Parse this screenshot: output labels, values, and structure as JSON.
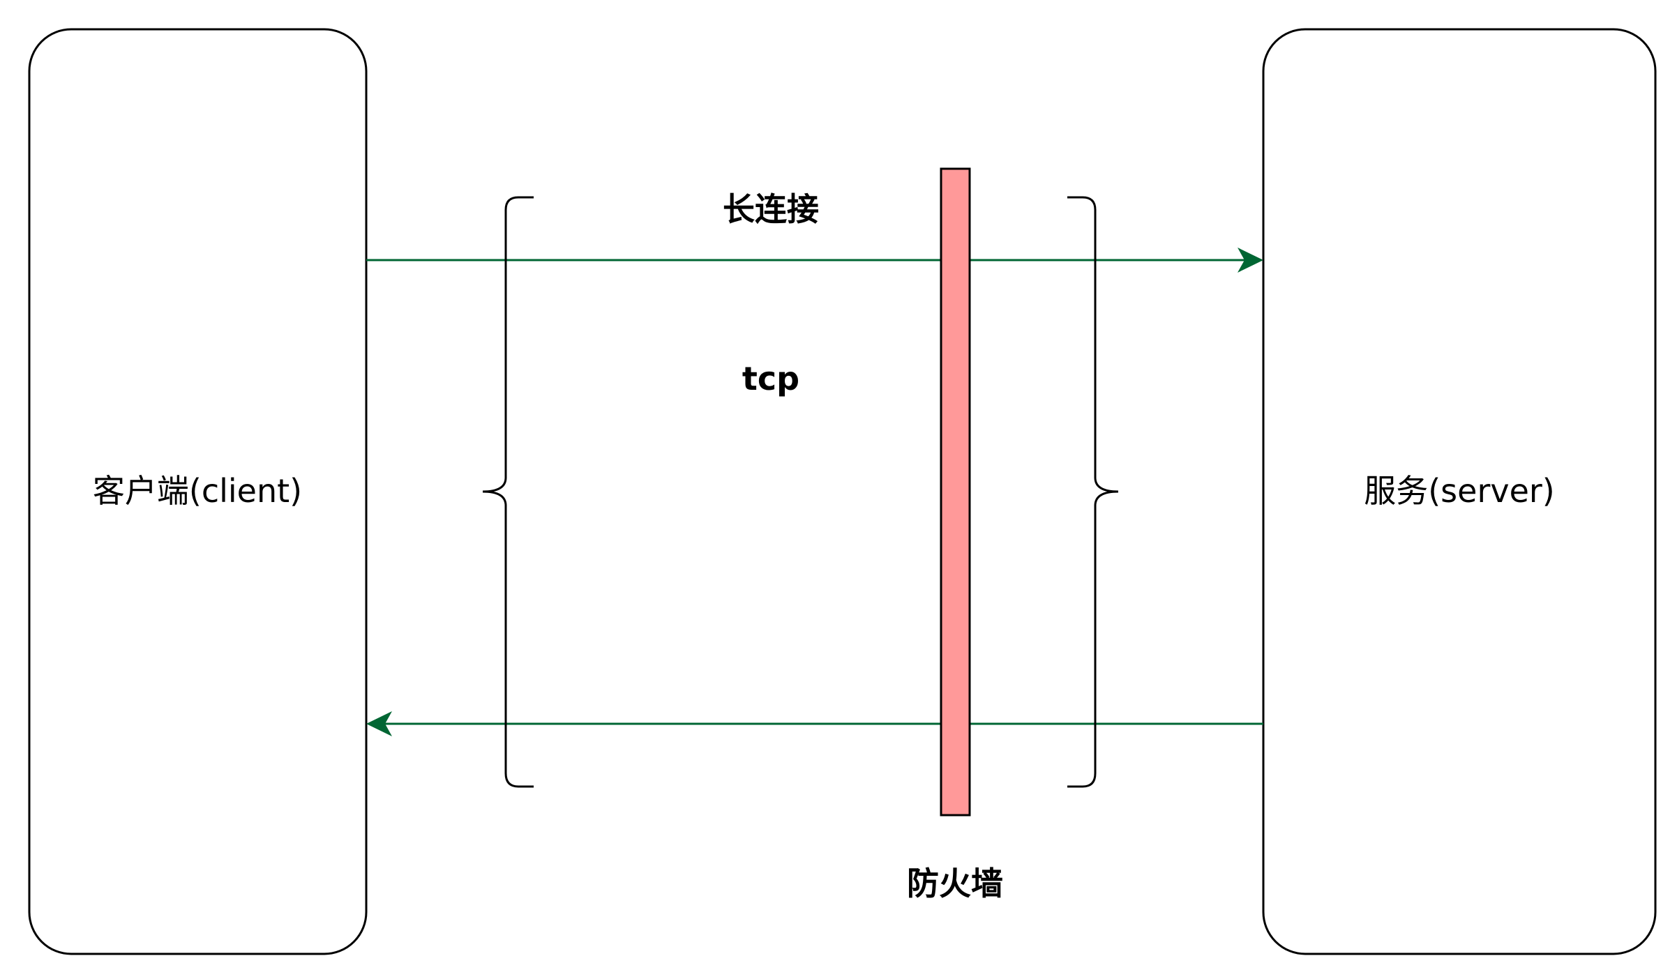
{
  "client": {
    "label": "客户端(client)"
  },
  "server": {
    "label": "服务(server)"
  },
  "connection": {
    "title": "长连接",
    "protocol": "tcp"
  },
  "firewall": {
    "label": "防火墙",
    "fill_color": "#FF9999"
  },
  "arrow_color": "#006633"
}
